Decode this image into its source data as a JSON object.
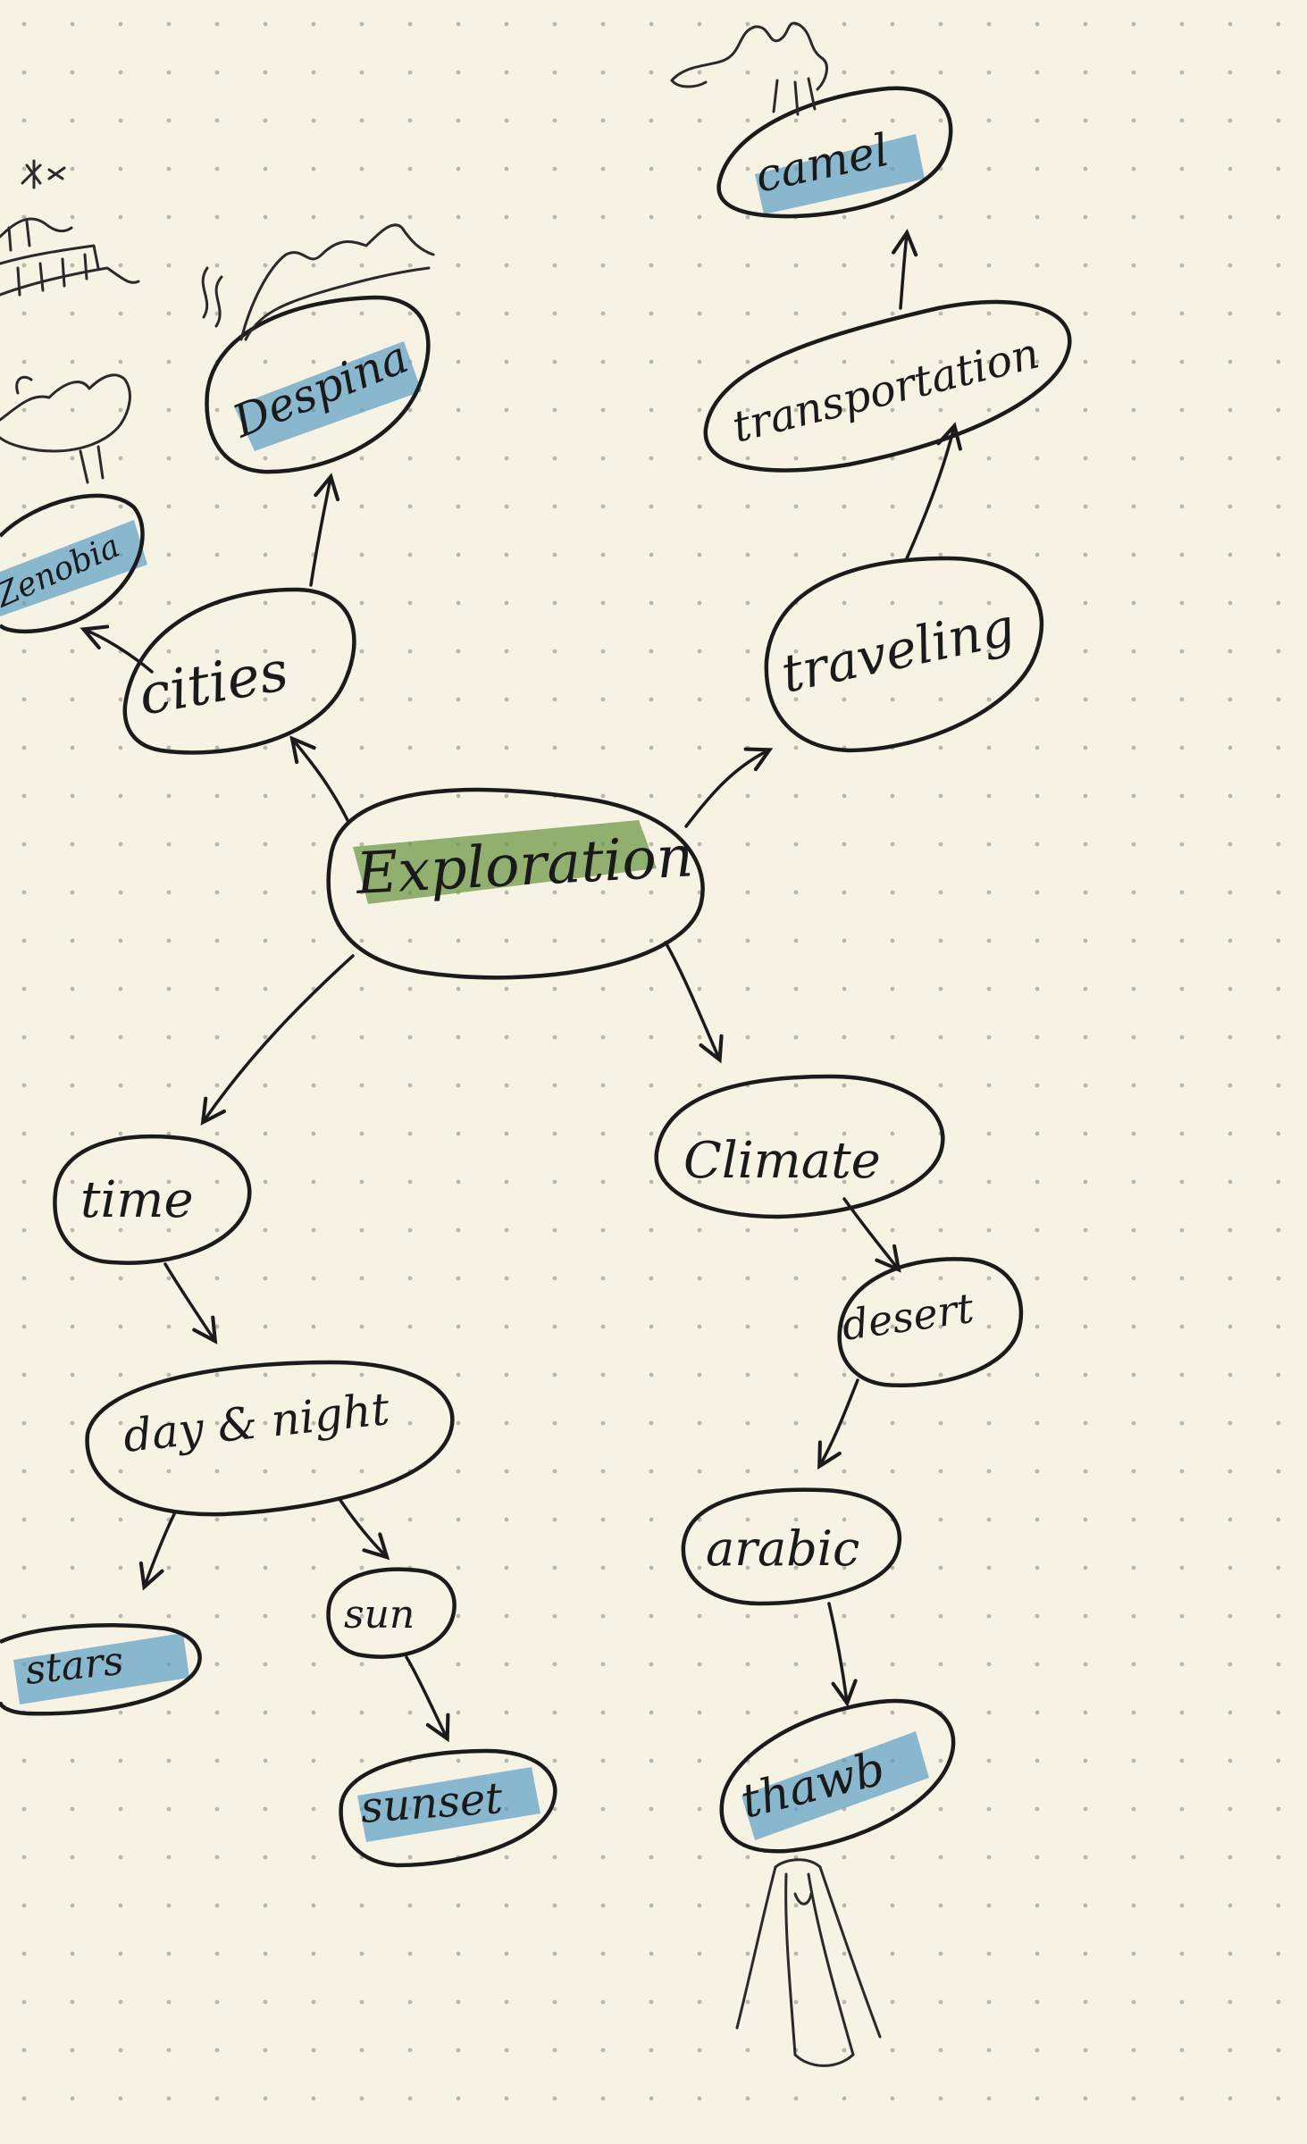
{
  "mindmap": {
    "center": "Exploration",
    "nodes": {
      "cities": "cities",
      "despina": "Despina",
      "zenobia": "Zenobia",
      "traveling": "traveling",
      "transportation": "transportation",
      "camel": "camel",
      "time": "time",
      "day_night": "day & night",
      "stars": "stars",
      "sun": "sun",
      "sunset": "sunset",
      "climate": "Climate",
      "desert": "desert",
      "arabic": "arabic",
      "thawb": "thawb"
    },
    "edges": [
      [
        "Exploration",
        "cities"
      ],
      [
        "cities",
        "Despina"
      ],
      [
        "cities",
        "Zenobia"
      ],
      [
        "Exploration",
        "traveling"
      ],
      [
        "traveling",
        "transportation"
      ],
      [
        "transportation",
        "camel"
      ],
      [
        "Exploration",
        "time"
      ],
      [
        "time",
        "day & night"
      ],
      [
        "day & night",
        "stars"
      ],
      [
        "day & night",
        "sun"
      ],
      [
        "sun",
        "sunset"
      ],
      [
        "Exploration",
        "Climate"
      ],
      [
        "Climate",
        "desert"
      ],
      [
        "desert",
        "arabic"
      ],
      [
        "arabic",
        "thawb"
      ]
    ]
  },
  "colors": {
    "paper": "#f6f2e4",
    "dots": "#b9b7ad",
    "ink": "#1b1b1b",
    "highlight_green": "#6f9a4a",
    "highlight_blue": "#5b9ec4"
  },
  "sketch_icons": [
    "camel-sketch-icon",
    "mountain-sketch-icon",
    "bird-sketch-icon",
    "building-sketch-icon",
    "thawb-robe-sketch-icon",
    "star-doodle-icon"
  ]
}
